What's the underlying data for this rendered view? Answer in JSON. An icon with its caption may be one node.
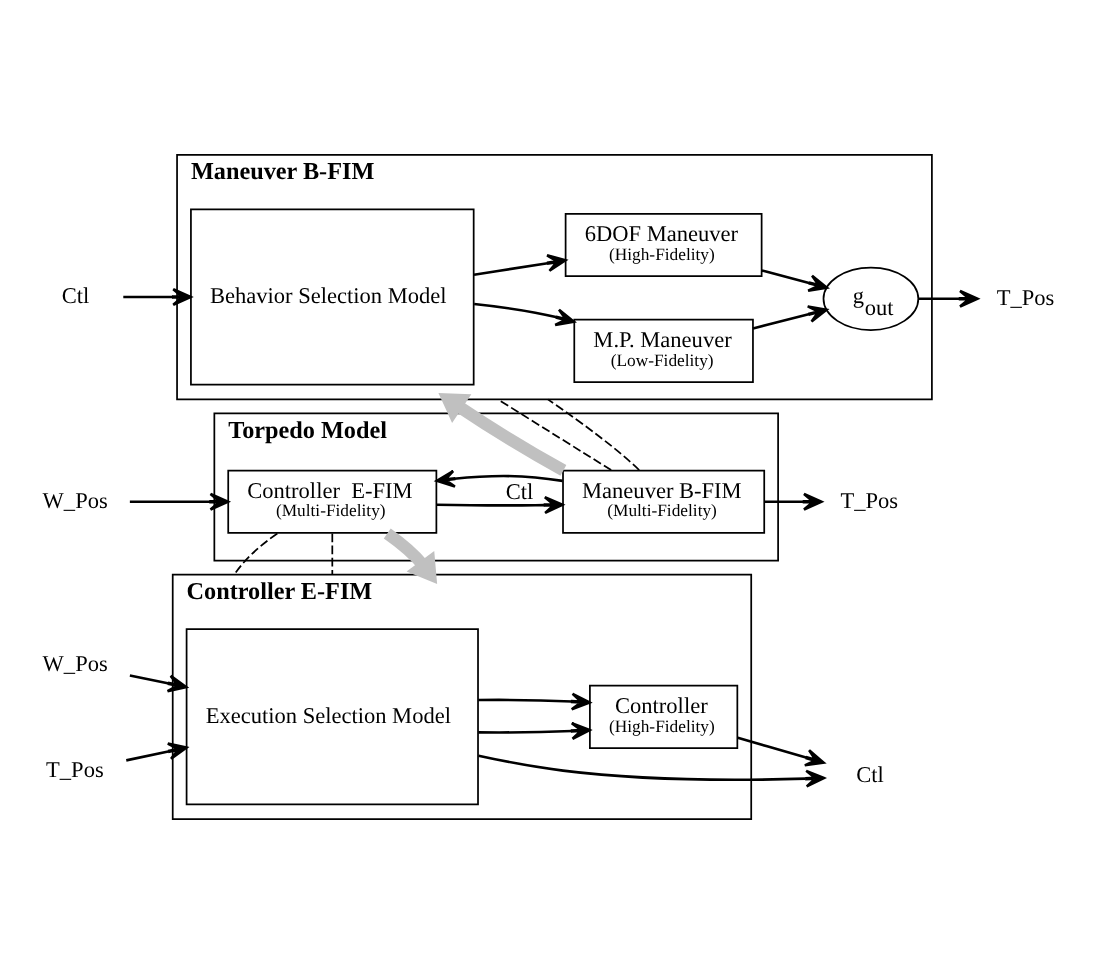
{
  "diagram": {
    "nodes": [
      {
        "text": [
          "Controller E-FIM"
        ]
      },
      {
        "text": [
          "Execution Selection Model"
        ],
        "in": 0
      },
      {
        "text": [
          "Controller",
          "(High-Fidelity)"
        ],
        "in": 0
      },
      {
        "text": [
          "W_Pos"
        ]
      },
      {
        "text": [
          "T_Pos"
        ]
      },
      {
        "text": [
          "Ctl"
        ]
      },
      {
        "text": [
          "Torpedo Model"
        ]
      },
      {
        "text": [
          "Controller  E-FIM",
          "(Multi-Fidelity)"
        ],
        "in": 6
      },
      {
        "text": [
          "Maneuver B-FIM",
          "(Multi-Fidelity)"
        ],
        "in": 6
      },
      {
        "text": [
          "W_Pos"
        ]
      },
      {
        "text": [
          "T_Pos"
        ]
      },
      {
        "text": [
          "Maneuver B-FIM"
        ]
      },
      {
        "text": [
          "Behavior Selection Model"
        ],
        "in": 11
      },
      {
        "text": [
          "M.P. Maneuver",
          "(Low-Fidelity)"
        ],
        "in": 11
      },
      {
        "text": [
          "6DOF Maneuver",
          "(High-Fidelity)"
        ],
        "in": 11
      },
      {
        "text": [
          "g$_{out}$"
        ],
        "in": 11
      },
      {
        "text": [
          "Ctl"
        ]
      },
      {
        "text": [
          "T_Pos"
        ]
      }
    ],
    "edges": [
      {
        "from": 3,
        "to": 1,
        "arrow": "to"
      },
      {
        "from": 4,
        "to": 1,
        "arrow": "to"
      },
      {
        "from": 1,
        "to": 2,
        "arrow": "to"
      },
      {
        "from": 1,
        "to": 2,
        "arrow": "to"
      },
      {
        "from": 2,
        "to": 5,
        "arrow": "to"
      },
      {
        "from": 1,
        "to": 5,
        "arrow": "to"
      },
      {
        "from": 7,
        "to": 0,
        "arrow": "to",
        "style": "thick",
        "color": "#c0c0c0"
      },
      {
        "from": 7,
        "to": 0,
        "arrow": "none",
        "style": "dashed"
      },
      {
        "from": 7,
        "to": 0,
        "arrow": "none",
        "style": "dashed"
      },
      {
        "from": 9,
        "to": 7,
        "arrow": "to"
      },
      {
        "from": 7,
        "to": 8,
        "label": "Ctl",
        "arrow": "to"
      },
      {
        "from": 8,
        "to": 10,
        "arrow": "to"
      },
      {
        "from": 8,
        "to": 7,
        "arrow": "to"
      },
      {
        "from": 8,
        "to": 11,
        "arrow": "to",
        "style": "thick",
        "color": "#c0c0c0"
      },
      {
        "from": 8,
        "to": 11,
        "arrow": "none",
        "style": "dashed"
      },
      {
        "from": 8,
        "to": 11,
        "arrow": "none",
        "style": "dashed"
      },
      {
        "from": 16,
        "to": 12,
        "arrow": "to"
      },
      {
        "from": 12,
        "to": 13,
        "arrow": "to"
      },
      {
        "from": 12,
        "to": 14,
        "arrow": "to"
      },
      {
        "from": 13,
        "to": 15,
        "arrow": "to"
      },
      {
        "from": 14,
        "to": 15,
        "arrow": "to"
      },
      {
        "from": 15,
        "to": 17,
        "arrow": "to"
      }
    ]
  }
}
